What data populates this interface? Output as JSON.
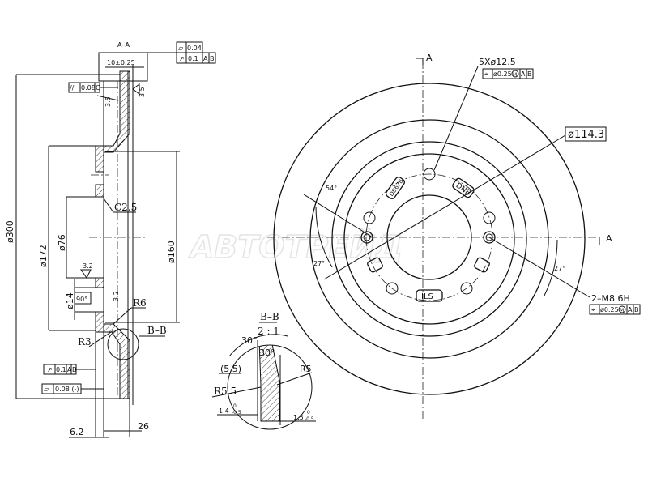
{
  "watermark": "АВТОТРЕЙД",
  "section_aa": {
    "title": "A–A",
    "thickness": "10±0.25",
    "flatness_value": "0.04",
    "runout_value": "0.1",
    "runout_datum_a": "A",
    "runout_datum_b": "B",
    "parallel_symbol": "//",
    "parallel_value": "0.08",
    "parallel_datum": "C",
    "rough_left": "3.5",
    "rough_right": "3.5",
    "chamfer": "C2.5",
    "dia_outer": "ø300",
    "dia_hat": "ø172",
    "dia_bore": "ø76",
    "dia_inner": "ø160",
    "dia_hole": "ø14",
    "angle_hole": "90°",
    "rough_bore": "3.2",
    "rough_hole": "3.2",
    "radius_r6": "R6",
    "radius_r3": "R3",
    "detail_label": "B–B",
    "runout2_value": "0.1",
    "runout2_datum_a": "A",
    "runout2_datum_b": "B",
    "flatness2_value": "0.08 (-)",
    "dim_offset": "6.2",
    "dim_height": "26"
  },
  "detail_bb": {
    "title": "B–B",
    "scale": "2 : 1",
    "angle1": "30°",
    "angle2": "30°",
    "ref_dim": "(5.5)",
    "radius_r55": "R5.5",
    "radius_r5": "R5",
    "dim_left": "1.4",
    "dim_left_tol_upper": "0",
    "dim_left_tol_lower": "-0.5",
    "dim_right": "1.5",
    "dim_right_tol_upper": "0",
    "dim_right_tol_lower": "-0.5"
  },
  "front_view": {
    "section_mark_top": "A",
    "section_mark_right": "A",
    "bolt_holes": "5Xø12.5",
    "position_tol": "ø0.25",
    "mmc": "M",
    "datum_a": "A",
    "datum_b": "B",
    "pcd": "ø114.3",
    "angle_top": "54°",
    "angle_left": "27°",
    "angle_right": "27°",
    "thread_holes": "2–M8  6H",
    "thread_position_tol": "ø0.25",
    "thread_mmc": "M",
    "thread_datum_a": "A",
    "thread_datum_b": "B",
    "stamp_left": "DB678",
    "stamp_right": "DNB",
    "stamp_bottom": "ILS"
  }
}
